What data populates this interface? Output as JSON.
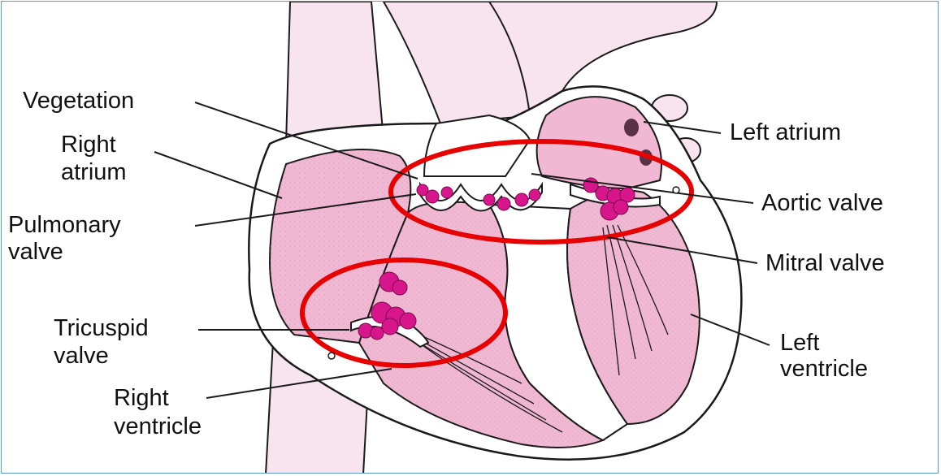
{
  "labels": {
    "vegetation": "Vegetation",
    "right_atrium_line1": "Right",
    "right_atrium_line2": "atrium",
    "pulmonary_valve_line1": "Pulmonary",
    "pulmonary_valve_line2": "valve",
    "tricuspid_valve_line1": "Tricuspid",
    "tricuspid_valve_line2": "valve",
    "right_ventricle_line1": "Right",
    "right_ventricle_line2": "ventricle",
    "left_atrium": "Left atrium",
    "aortic_valve": "Aortic valve",
    "mitral_valve": "Mitral valve",
    "left_ventricle_line1": "Left",
    "left_ventricle_line2": "ventricle"
  },
  "colors": {
    "heart_chamber_pink": "#f0b8d2",
    "vessel_pale_pink": "#f8e4ee",
    "vegetation_magenta": "#d6168a",
    "highlight_ring_red": "#e60000",
    "outline": "#1a1a1a",
    "frame_border": "#5b9bd5"
  },
  "highlights": [
    "upper-valves-ring",
    "tricuspid-ring"
  ]
}
